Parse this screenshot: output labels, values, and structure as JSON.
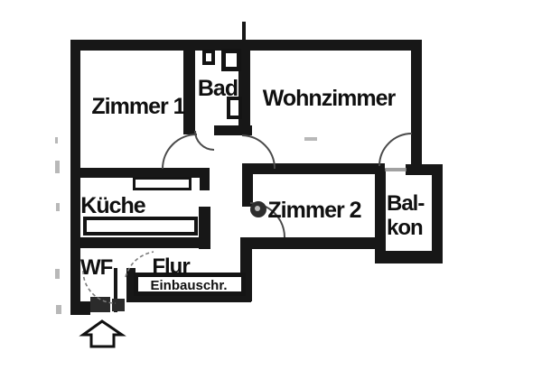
{
  "plan": {
    "type": "apartment-floor-plan",
    "labels": {
      "zimmer1": "Zimmer 1",
      "bad": "Bad",
      "wohnzimmer": "Wohnzimmer",
      "kueche": "Küche",
      "zimmer2": "Zimmer 2",
      "balkon_line1": "Bal-",
      "balkon_line2": "kon",
      "wc": "WF",
      "flur": "Flur",
      "einbauschrank": "Einbauschr."
    },
    "icons": {
      "entrance_arrow": "block-arrow-up"
    },
    "colors": {
      "wall": "#171717",
      "background": "#ffffff",
      "door_arc": "#4a4a4a",
      "scan_noise": "#9a9a9a"
    }
  }
}
